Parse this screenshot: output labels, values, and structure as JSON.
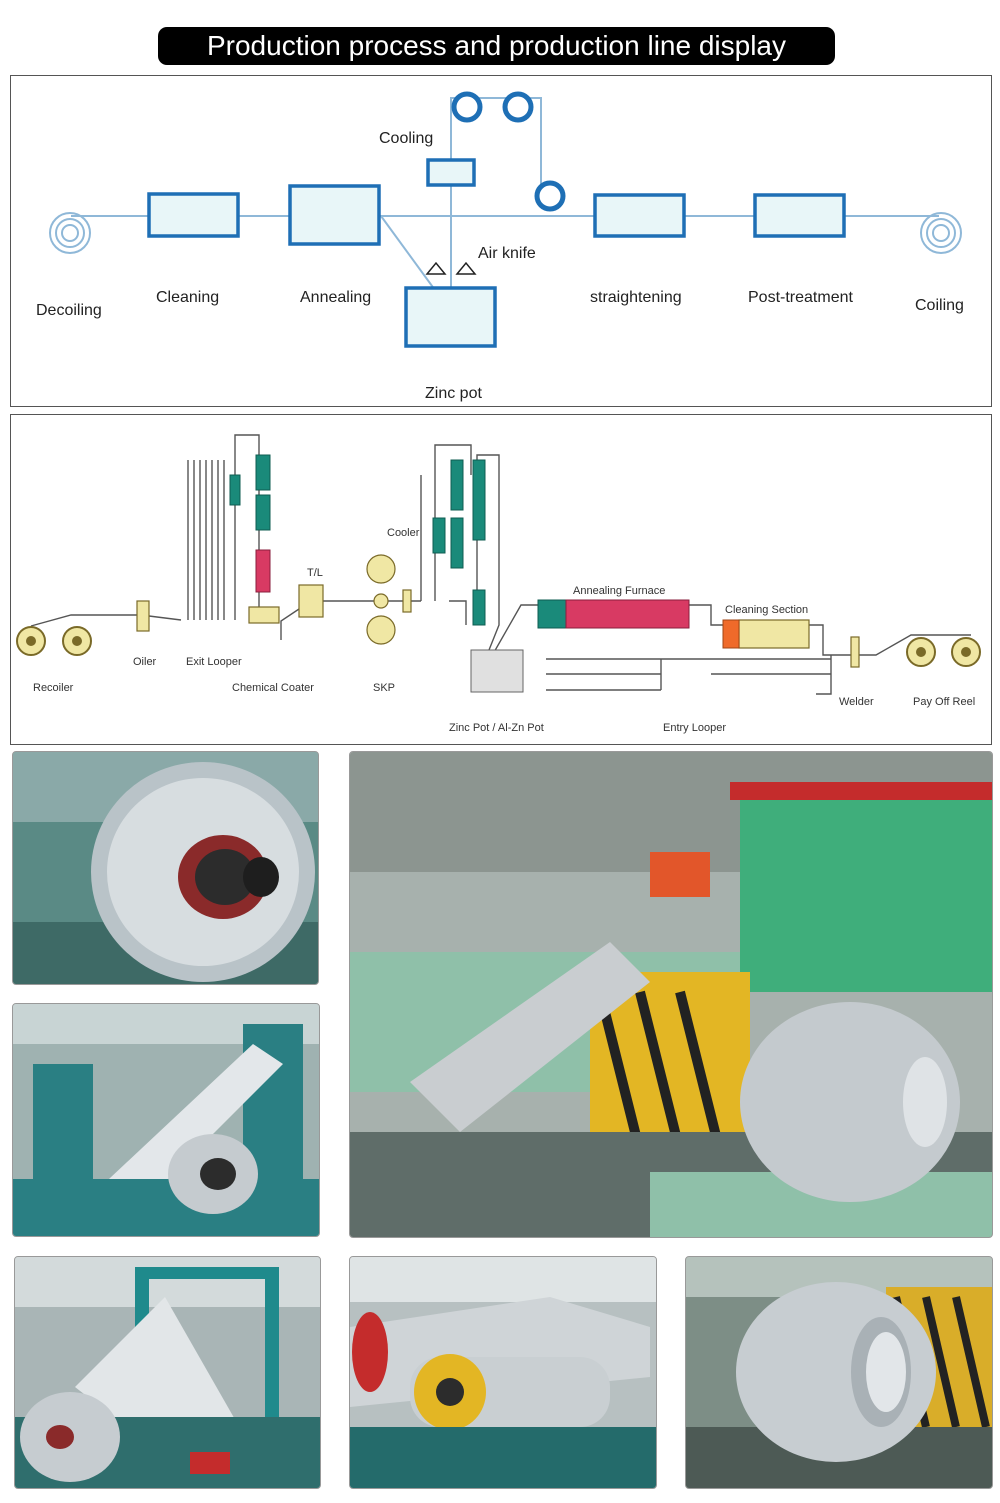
{
  "page": {
    "title": "Production process and production line display"
  },
  "process_flow": {
    "labels": {
      "decoiling": "Decoiling",
      "cleaning": "Cleaning",
      "annealing": "Annealing",
      "cooling": "Cooling",
      "air_knife": "Air knife",
      "zinc_pot": "Zinc pot",
      "straightening": "straightening",
      "post_treatment": "Post-treatment",
      "coiling": "Coiling"
    },
    "colors": {
      "line": "#8fb8d8",
      "box": "#1e6fb5",
      "box_fill": "#e8f6f8"
    }
  },
  "line_schematic": {
    "labels": {
      "recoiler": "Recoiler",
      "oiler": "Oiler",
      "exit_looper": "Exit Looper",
      "chemical_coater": "Chemical Coater",
      "tl": "T/L",
      "cooler": "Cooler",
      "skp": "SKP",
      "zinc_pot": "Zinc Pot / Al-Zn Pot",
      "annealing_furnace": "Annealing Furnace",
      "cleaning_section": "Cleaning Section",
      "entry_looper": "Entry Looper",
      "welder": "Welder",
      "pay_off_reel": "Pay Off Reel"
    },
    "colors": {
      "teal": "#1a8a7a",
      "crimson": "#d83a63",
      "khaki": "#f0e7a4",
      "orange": "#ef6a2a",
      "line": "#555555"
    }
  },
  "photos": [
    {
      "icon": "steel-coil-on-mandrel"
    },
    {
      "icon": "steel-strip-unwinding"
    },
    {
      "icon": "production-line-overview"
    },
    {
      "icon": "steel-strip-in-frame"
    },
    {
      "icon": "strip-over-rollers"
    },
    {
      "icon": "finished-steel-coil"
    }
  ]
}
